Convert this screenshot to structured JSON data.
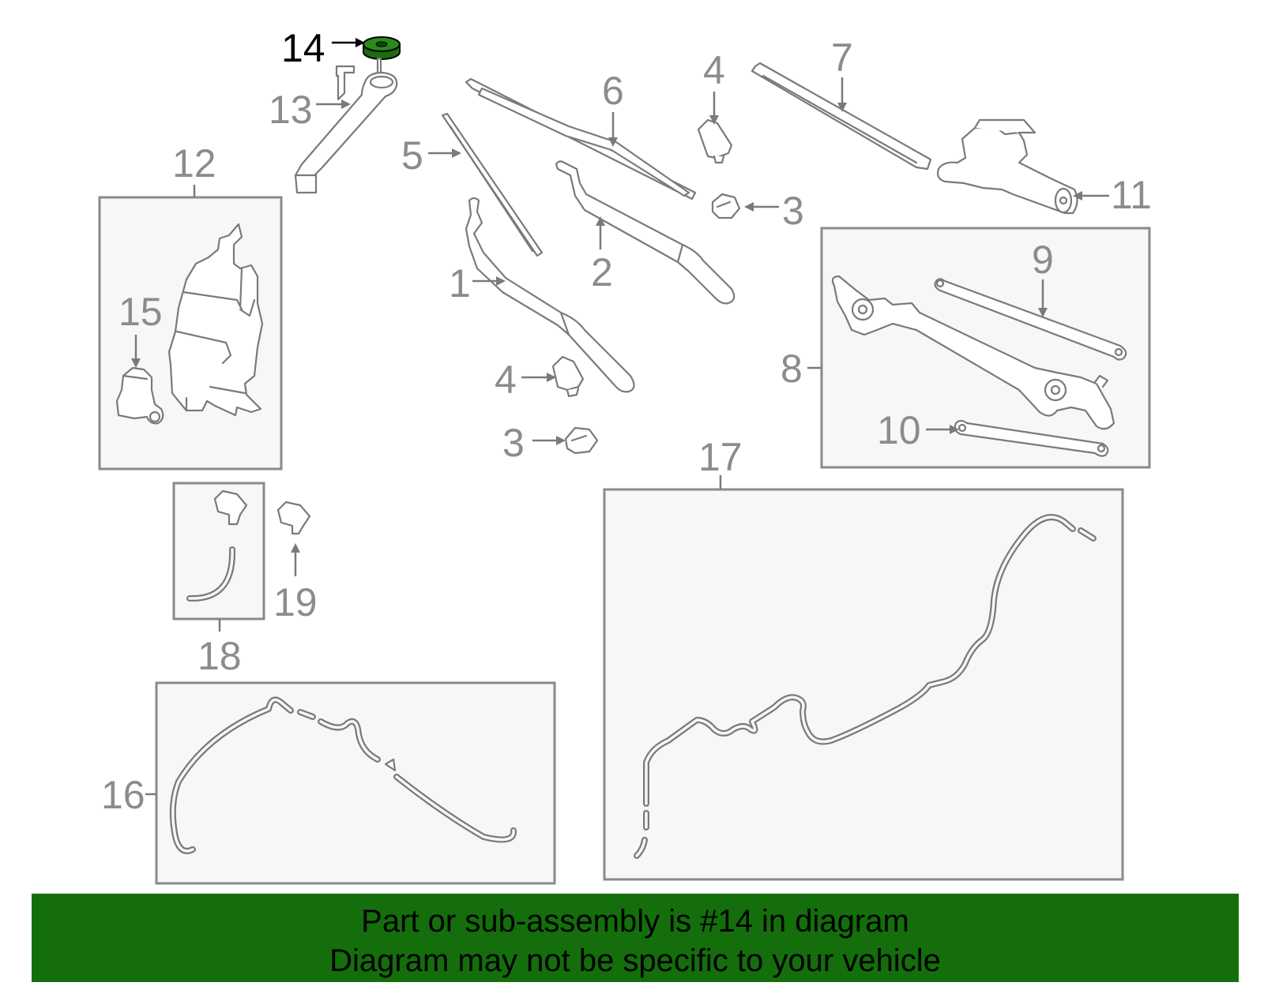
{
  "diagram": {
    "callouts": {
      "c1": "1",
      "c2": "2",
      "c3a": "3",
      "c3b": "3",
      "c4a": "4",
      "c4b": "4",
      "c5": "5",
      "c6": "6",
      "c7": "7",
      "c8": "8",
      "c9": "9",
      "c10": "10",
      "c11": "11",
      "c12": "12",
      "c13": "13",
      "c14": "14",
      "c15": "15",
      "c16": "16",
      "c17": "17",
      "c18": "18",
      "c19": "19"
    },
    "highlight_part": "14",
    "highlight_color": "#1e6b12",
    "line_color": "#7a7a7a"
  },
  "footer": {
    "background": "#136e0b",
    "line1": "Part or sub-assembly is #14 in diagram",
    "line2": "Diagram may not be specific to your vehicle"
  }
}
